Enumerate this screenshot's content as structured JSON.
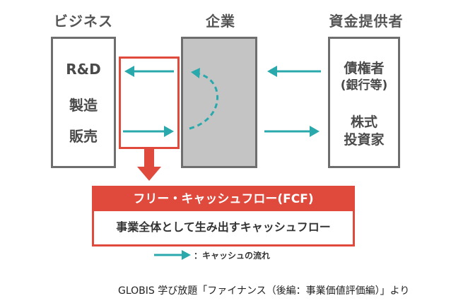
{
  "headings": {
    "business": "ビジネス",
    "company": "企業",
    "providers": "資金提供者"
  },
  "business_items": [
    "R&D",
    "製造",
    "販売"
  ],
  "provider_items": {
    "creditors_line1": "債権者",
    "creditors_line2": "(銀行等)",
    "shareholders_line1": "株式",
    "shareholders_line2": "投資家"
  },
  "fcf": {
    "title": "フリー・キャッシュフロー(FCF)",
    "description": "事業全体として生み出すキャッシュフロー"
  },
  "legend": {
    "label": "：キャッシュの流れ",
    "arrow_icon": "teal-arrow-icon"
  },
  "footer": {
    "source": "GLOBIS 学び放題「ファイナンス（後編：事業価値評価編）」より"
  },
  "colors": {
    "teal": "#2aa9ad",
    "red": "#e04a3c",
    "gray_fill": "#c4c4c4",
    "border": "#6e6e6e"
  }
}
